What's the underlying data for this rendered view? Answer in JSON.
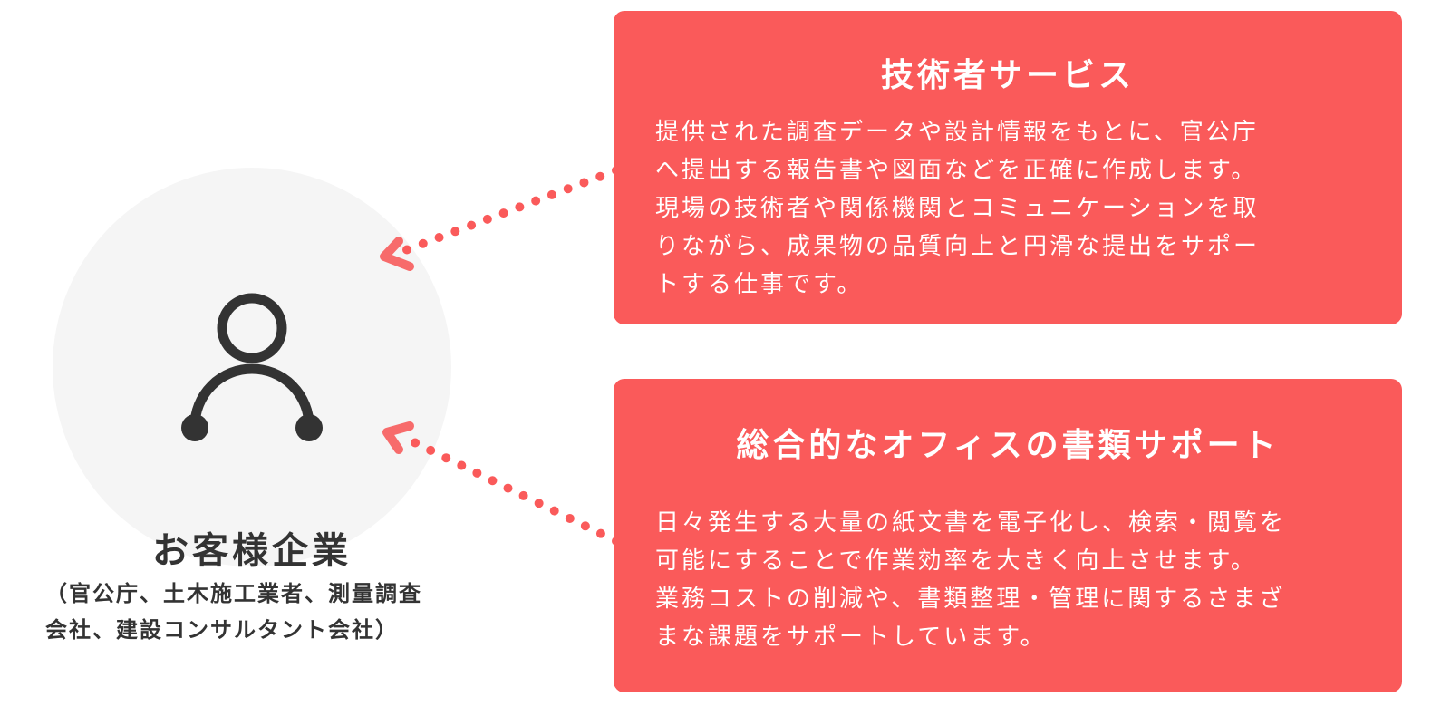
{
  "client": {
    "title": "お客様企業",
    "subtitle_lines": [
      "（官公庁、土木施工業者、測量調査",
      "会社、建設コンサルタント会社）"
    ],
    "icon": "person-icon"
  },
  "services": [
    {
      "title": "技術者サービス",
      "body_lines": [
        "提供された調査データや設計情報をもとに、官公庁",
        "へ提出する報告書や図面などを正確に作成します。",
        "現場の技術者や関係機関とコミュニケーションを取",
        "りながら、成果物の品質向上と円滑な提出をサポー",
        "トする仕事です。"
      ]
    },
    {
      "title": "総合的なオフィスの書類サポート",
      "body_lines": [
        "日々発生する大量の紙文書を電子化し、検索・閲覧を",
        "可能にすることで作業効率を大きく向上させます。",
        "業務コストの削減や、書類整理・管理に関するさまざ",
        "まな課題をサポートしています。"
      ]
    }
  ],
  "colors": {
    "accent": "#fa5a5a",
    "circle": "#f5f5f5",
    "text": "#333333"
  }
}
